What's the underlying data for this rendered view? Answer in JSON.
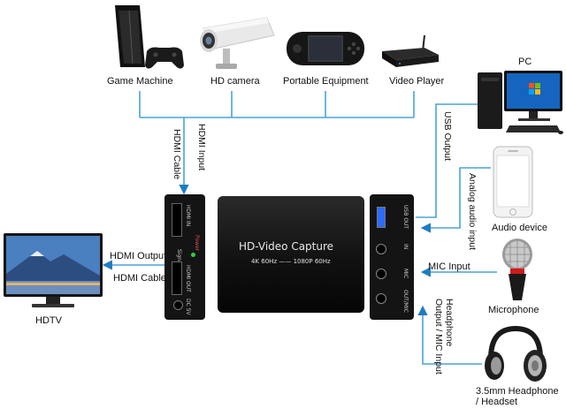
{
  "devices": {
    "game_machine": "Game Machine",
    "hd_camera": "HD camera",
    "portable_equipment": "Portable Equipment",
    "video_player": "Video Player",
    "pc": "PC",
    "audio_device": "Audio device",
    "microphone": "Microphone",
    "headphone": "3.5mm Headphone\n/ Headset",
    "hdtv": "HDTV"
  },
  "connections": {
    "hdmi_cable_in": "HDMI Cable",
    "hdmi_input": "HDMI Input",
    "usb_output": "USB Output",
    "analog_audio_input": "Analog audio input",
    "mic_input": "MIC Input",
    "headphone_output": "Headphone\nOutput / MIC Input",
    "hdmi_output": "HDMI Output",
    "hdmi_cable_out": "HDMI Cable"
  },
  "capture_box": {
    "brand": "HD-Video Capture",
    "spec": "4K 60Hz —— 1080P 60Hz",
    "left_ports": {
      "hdmi_in": "HDMI IN",
      "signal": "Signal",
      "power": "Power",
      "hdmi_out": "HDMI OUT",
      "dc": "DC 5V"
    },
    "right_ports": {
      "usb_out": "USB OUT",
      "in": "IN",
      "mic": "MIC",
      "out_mic": "OUT/MIC"
    }
  },
  "colors": {
    "wire": "#4aa3d8",
    "arrow": "#1f7cc0"
  }
}
